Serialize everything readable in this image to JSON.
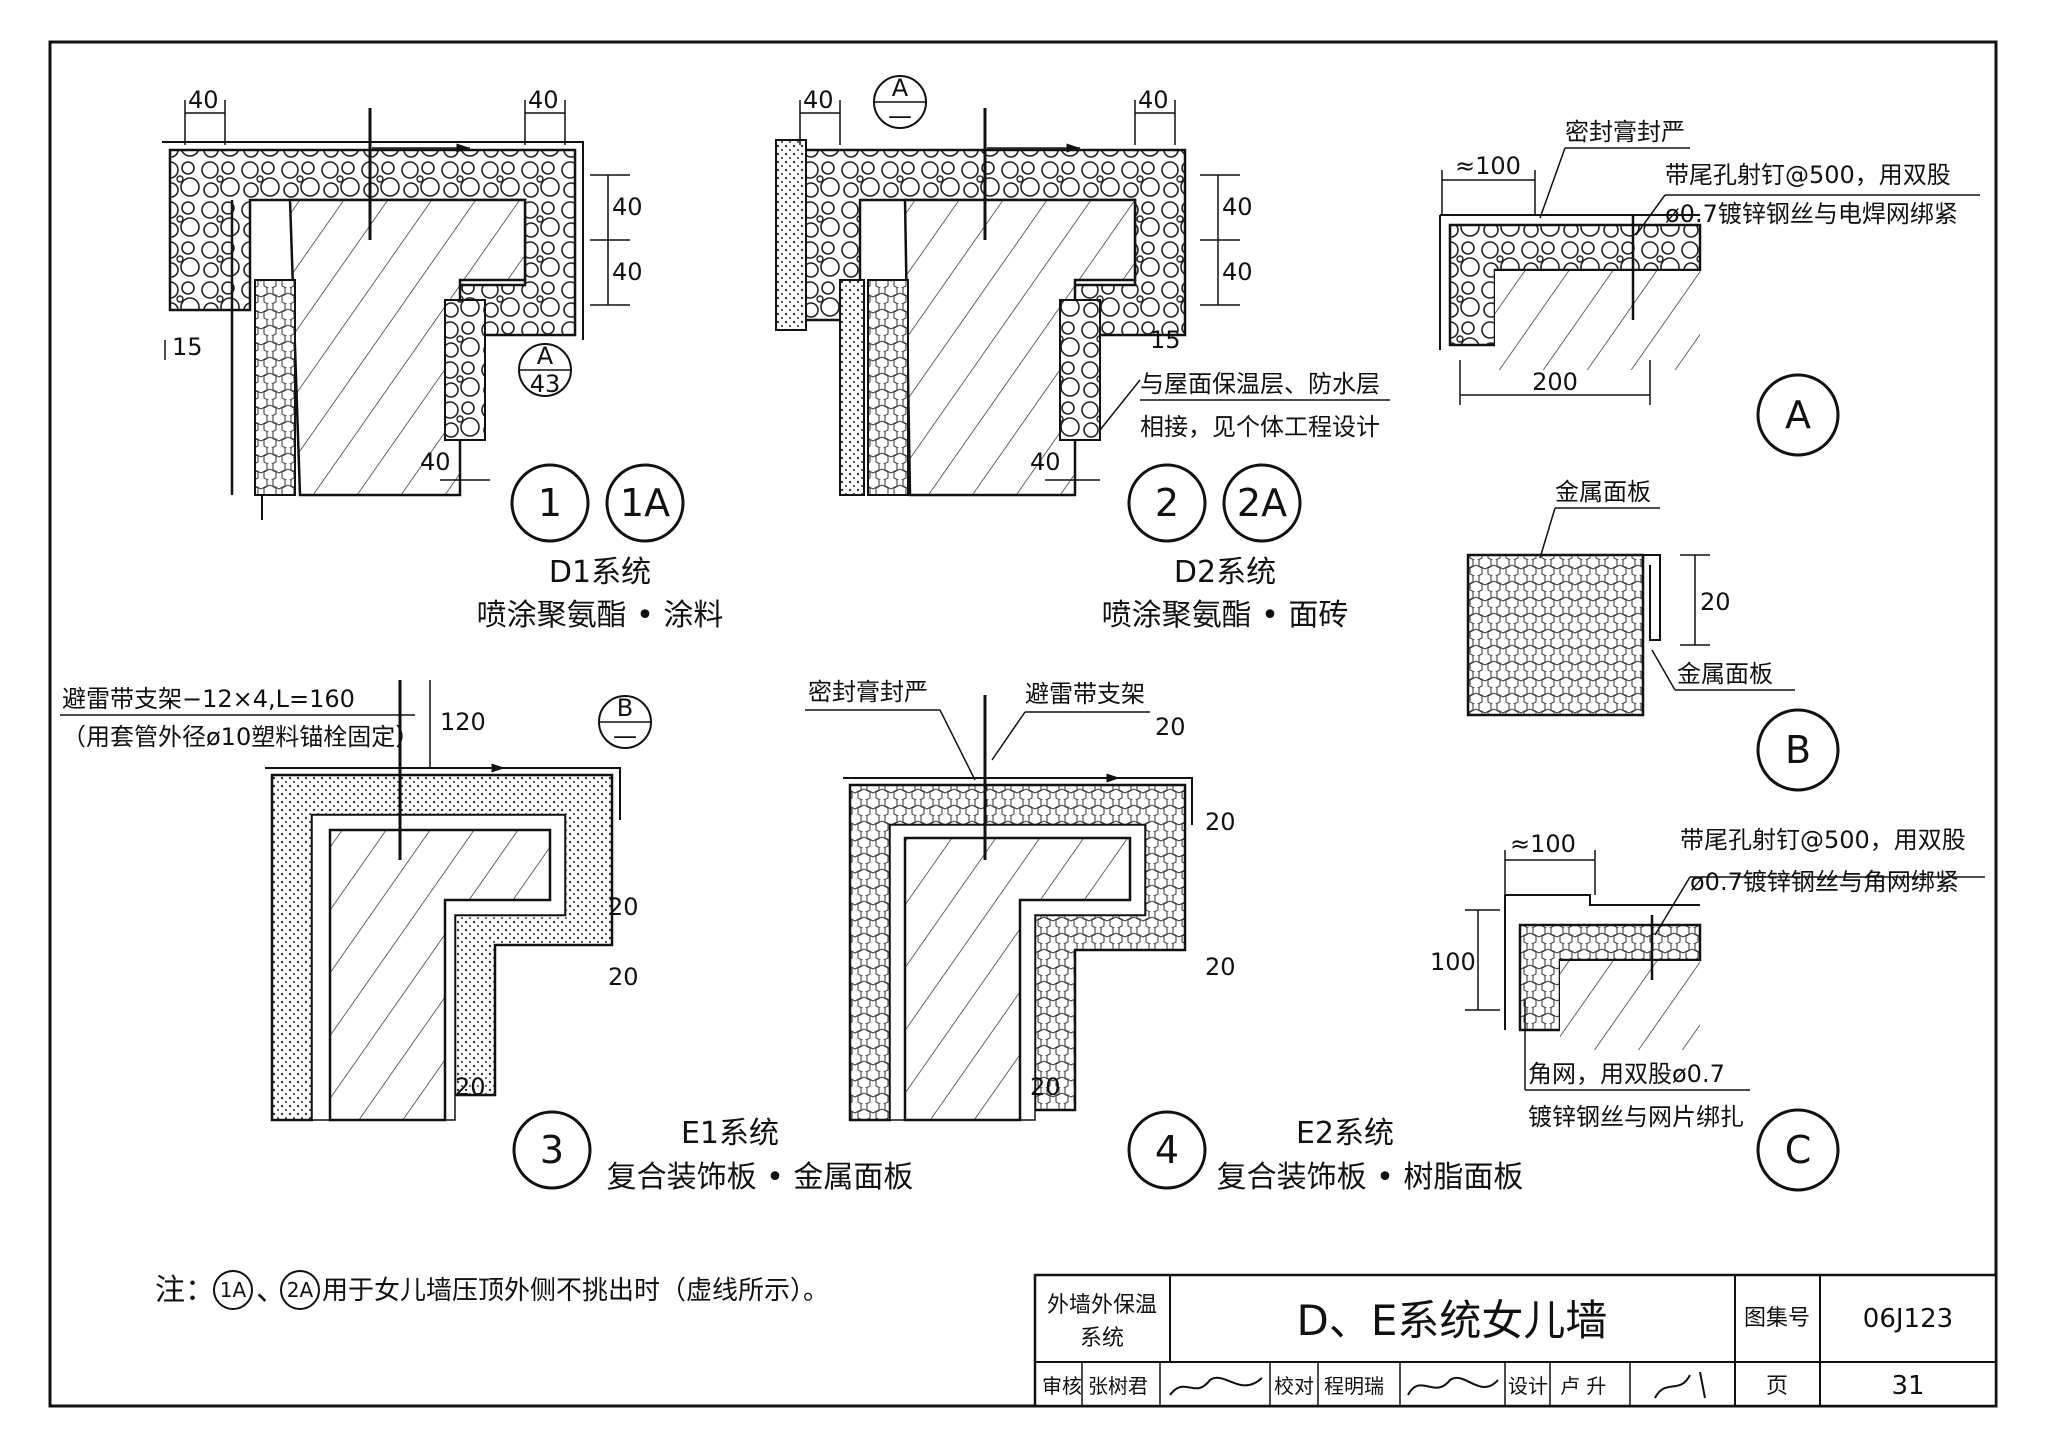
{
  "drawing": {
    "note_prefix": "注：",
    "note_ref_1": "1A",
    "note_ref_2": "2A",
    "note_text": "用于女儿墙压顶外侧不挑出时（虚线所示）。",
    "detail_1": {
      "num": "1",
      "num_alt": "1A",
      "system": "D1系统",
      "desc": "喷涂聚氨酯 • 涂料",
      "ref_top": "A",
      "ref_bottom": "43",
      "dims": {
        "top_left": "40",
        "top_right": "40",
        "right_1": "40",
        "right_2": "40",
        "left_15": "15",
        "bottom_40": "40"
      }
    },
    "detail_2": {
      "num": "2",
      "num_alt": "2A",
      "system": "D2系统",
      "desc": "喷涂聚氨酯 • 面砖",
      "ref_top": "A",
      "ref_bottom": "—",
      "note_line1": "与屋面保温层、防水层",
      "note_line2": "相接，见个体工程设计",
      "dims": {
        "top_left": "40",
        "top_right": "40",
        "right_1": "40",
        "right_2": "40",
        "right_15": "15",
        "bottom_40": "40"
      }
    },
    "detail_3": {
      "num": "3",
      "system": "E1系统",
      "desc": "复合装饰板 • 金属面板",
      "note_line1": "避雷带支架−12×4,L=160",
      "note_line2": "（用套管外径ø10塑料锚栓固定）",
      "ref_top": "B",
      "ref_bottom": "—",
      "dims": {
        "d120": "120",
        "d20a": "20",
        "d20b": "20",
        "d20c": "20"
      }
    },
    "detail_4": {
      "num": "4",
      "system": "E2系统",
      "desc": "复合装饰板 • 树脂面板",
      "label_seal": "密封膏封严",
      "label_support": "避雷带支架",
      "dims": {
        "d20a": "20",
        "d20b": "20",
        "d20c": "20",
        "d20d": "20"
      }
    },
    "detail_A": {
      "mark": "A",
      "label_seal": "密封膏封严",
      "note_line1": "带尾孔射钉@500，用双股",
      "note_line2": "ø0.7镀锌钢丝与电焊网绑紧",
      "dim_approx": "≈100",
      "dim_width": "200"
    },
    "detail_B": {
      "mark": "B",
      "label_top": "金属面板",
      "label_bottom": "金属面板",
      "dim": "20"
    },
    "detail_C": {
      "mark": "C",
      "dim_approx": "≈100",
      "dim_side": "100",
      "note_line1": "带尾孔射钉@500，用双股",
      "note_line2": "ø0.7镀锌钢丝与角网绑紧",
      "bottom_line1": "角网，用双股ø0.7",
      "bottom_line2": "镀锌钢丝与网片绑扎"
    }
  },
  "title_block": {
    "category_line1": "外墙外保温",
    "category_line2": "系统",
    "title": "D、E系统女儿墙",
    "atlas_label": "图集号",
    "atlas_no": "06J123",
    "review_label": "审核",
    "reviewer": "张树君",
    "check_label": "校对",
    "checker": "程明瑞",
    "design_label": "设计",
    "designer": "卢 升",
    "page_label": "页",
    "page_no": "31"
  }
}
